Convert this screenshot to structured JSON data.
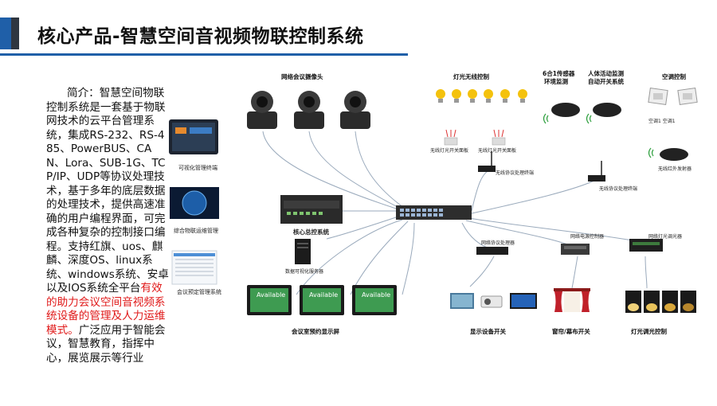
{
  "title": "核心产品-智慧空间音视频物联控制系统",
  "description": {
    "lead": "简介：智慧空间物联控制系统是一套基于物联网技术的云平台管理系统，集成RS-232、RS-485、PowerBUS、CAN、Lora、SUB-1G、TCP/IP、UDP等协议处理技术，基于多年的底层数据的处理技术，提供高速准确的用户编程界面，可完成各种复杂的控制接口编程。支持红旗、uos、麒麟、深度OS、linux系统、windows系统、安卓以及IOS系统全平台",
    "highlight": "有效的助力会议空间音视频系统设备的管理及人力运维模式。",
    "tail": "广泛应用于智能会议，智慧教育，指挥中心，展览展示等行业"
  },
  "diagram": {
    "camera_header": "网络会议摄像头",
    "light_wireless_header": "灯光无线控制",
    "sensor_header_line1": "6合1传感器",
    "sensor_header_line2": "环境监测",
    "presence_header_line1": "人体活动监测",
    "presence_header_line2": "自动开关系统",
    "ac_header": "空调控制",
    "ac_label": "空调1  空调1",
    "wireless_panel_1": "无线灯光开关面板",
    "wireless_panel_2": "无线灯光开关面板",
    "wireless_gateway_1": "无线协议处理终端",
    "wireless_gateway_2": "无线协议处理终端",
    "ir_emitter": "无线红外发射器",
    "visual_terminal": "可视化管理终端",
    "iot_ops": "综合物联运维管理",
    "booking_mgmt": "会议预定管理系统",
    "core_host": "核心总控系统",
    "data_server": "数据可视化服务器",
    "protocol_processor": "网络协议处理器",
    "power_controller": "网络电源控制器",
    "dimmer": "网络灯光调光器",
    "booking_screen": "会议室预约显示屏",
    "display_switch": "显示设备开关",
    "curtain_switch": "窗帘/幕布开关",
    "light_dimming": "灯光调光控制",
    "screen_text": "Available"
  },
  "colors": {
    "accent": "#1f5fa8",
    "dark": "#2f3640",
    "highlight_text": "#e01919",
    "line": "#9aaabc"
  }
}
